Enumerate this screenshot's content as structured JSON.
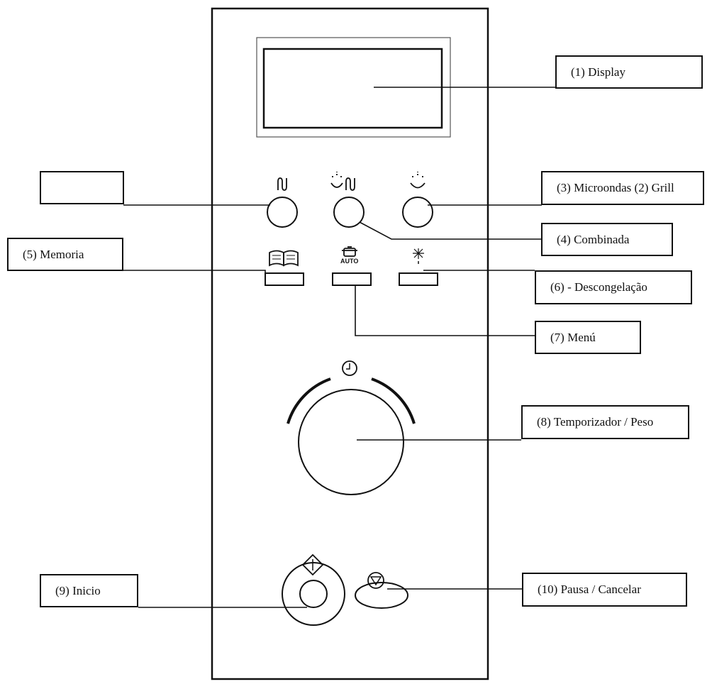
{
  "labels": {
    "display": "(1) Display",
    "blank": "",
    "microondas_grill": "(3) Microondas (2) Grill",
    "combinada": "(4) Combinada",
    "memoria": "(5) Memoria",
    "descongelacao": "(6) - Descongelação",
    "menu": "(7) Menú",
    "temporizador": "(8) Temporizador / Peso",
    "inicio": "(9) Inicio",
    "pausa": "(10) Pausa / Cancelar"
  },
  "panel_text": {
    "auto": "AUTO"
  },
  "icons": {
    "grill": "grill-icon",
    "combi": "combi-icon",
    "microwave": "microwave-icon",
    "memory": "book-icon",
    "auto_menu": "pot-icon",
    "defrost": "snowflake-icon",
    "timer": "clock-icon",
    "start": "start-diamond-icon",
    "stop": "stop-triangle-icon"
  },
  "colors": {
    "line": "#111111",
    "background": "#ffffff"
  }
}
